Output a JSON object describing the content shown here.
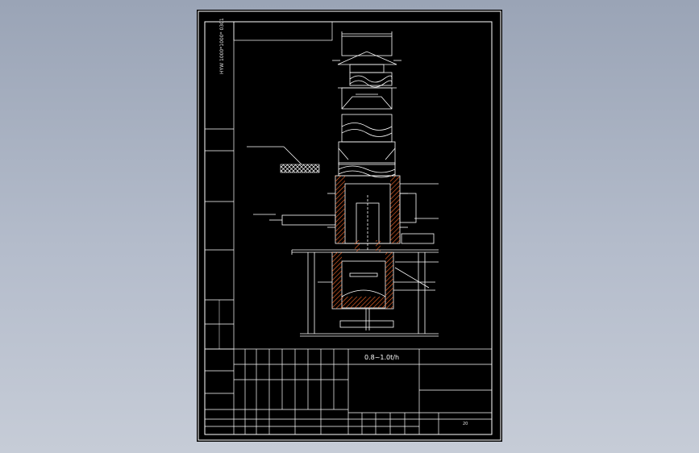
{
  "drawing": {
    "side_code": "HYW 1000*1000* 0301",
    "side_labels": [
      "",
      "",
      ""
    ],
    "left_block_rows": [
      "",
      "",
      "",
      ""
    ],
    "left_annotations": [
      "",
      ""
    ],
    "dimensions": {
      "top_width": "",
      "inner_width": "",
      "d1": "",
      "d2": "",
      "d3": "",
      "d4": "",
      "d5": "",
      "d6": "",
      "d7": "",
      "d8": "",
      "d9": "",
      "d10": "",
      "d11": "",
      "d12": ""
    },
    "callouts": [
      "",
      ""
    ],
    "title_block": {
      "capacity": "0.8~1.0t/h",
      "drawing_number": "",
      "product_name": "",
      "sheet": "",
      "scale": "20",
      "header_cells": [
        "",
        "",
        "",
        "",
        "",
        "",
        "",
        ""
      ],
      "row_labels": [
        "",
        "",
        "",
        "",
        ""
      ],
      "stage_label": ""
    }
  },
  "colors": {
    "background": "#000000",
    "lines": "#ffffff",
    "hatch": "#ff6a2a"
  }
}
